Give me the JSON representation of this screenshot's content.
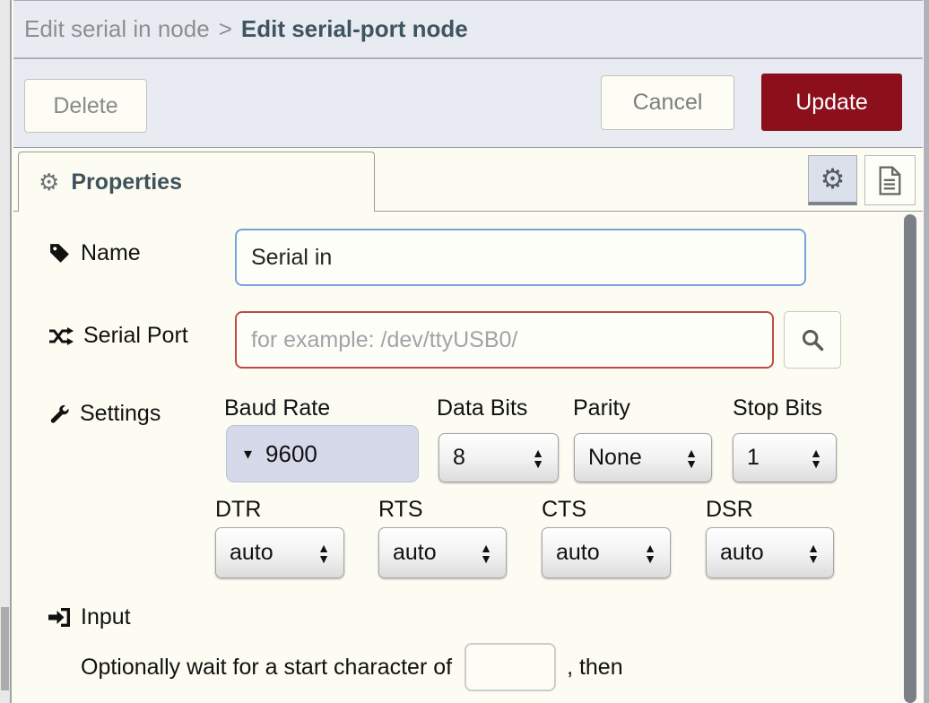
{
  "window": {
    "breadcrumb": {
      "dim": "Edit serial in node",
      "separator": ">",
      "active": "Edit serial-port node"
    }
  },
  "toolbar": {
    "delete_label": "Delete",
    "cancel_label": "Cancel",
    "update_label": "Update"
  },
  "tabbar": {
    "properties_label": "Properties"
  },
  "form": {
    "name": {
      "label": "Name",
      "value": "Serial in"
    },
    "serial_port": {
      "label": "Serial Port",
      "value": "",
      "placeholder": "for example: /dev/ttyUSB0/"
    },
    "settings": {
      "label": "Settings",
      "baud": {
        "label": "Baud Rate",
        "value": "9600"
      },
      "data_bits": {
        "label": "Data Bits",
        "value": "8"
      },
      "parity": {
        "label": "Parity",
        "value": "None"
      },
      "stop_bits": {
        "label": "Stop Bits",
        "value": "1"
      },
      "dtr": {
        "label": "DTR",
        "value": "auto"
      },
      "rts": {
        "label": "RTS",
        "value": "auto"
      },
      "cts": {
        "label": "CTS",
        "value": "auto"
      },
      "dsr": {
        "label": "DSR",
        "value": "auto"
      }
    },
    "input_section": {
      "label": "Input",
      "wait_text_before": "Optionally wait for a start character of",
      "wait_value": "",
      "wait_text_after": ", then"
    }
  },
  "icons": {
    "gear_glyph": "⚙",
    "caret_down": "▾",
    "spin_up": "▲",
    "spin_down": "▼"
  },
  "colors": {
    "update_red": "#8C101C",
    "focus_blue": "#76A3DB",
    "error_red": "#BE4B43",
    "baud_bg": "#D5D9E9",
    "header_bg": "#E9EBF2",
    "panel_bg": "#FCFCF2"
  }
}
